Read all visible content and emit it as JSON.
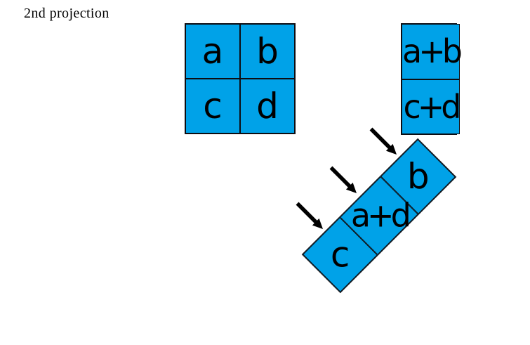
{
  "title": "2nd projection",
  "colors": {
    "background": "#ffffff",
    "cell_fill": "#00A2E8",
    "cell_edge": "#0d0d12",
    "label_text": "#000000",
    "arrow": "#000000"
  },
  "matrix": {
    "rows": [
      [
        "a",
        "b"
      ],
      [
        "c",
        "d"
      ]
    ]
  },
  "column_vector": {
    "cells": [
      "a+b",
      "c+d"
    ]
  },
  "diagonal_strip": {
    "cells": [
      "c",
      "a+d",
      "b"
    ],
    "rotation_deg": -45
  },
  "arrows": {
    "count": 3,
    "glyph": "↘"
  }
}
